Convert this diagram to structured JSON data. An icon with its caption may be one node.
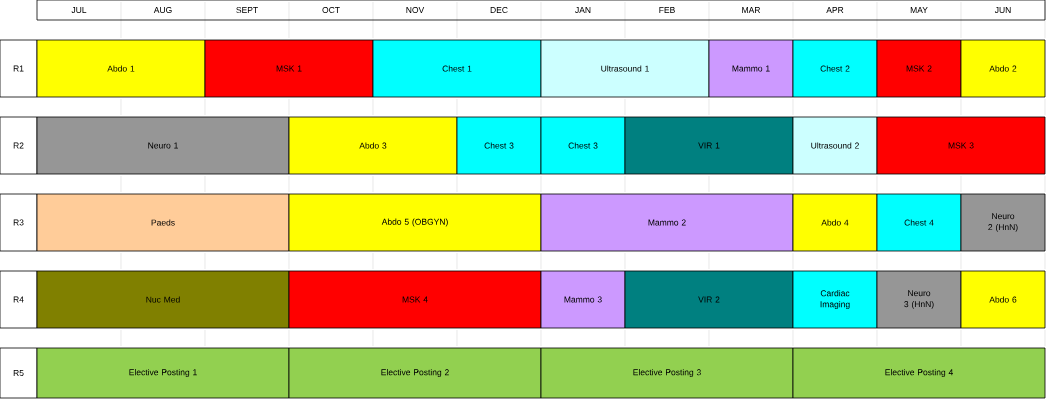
{
  "diagram": {
    "nodes": [
      {
        "text": [
          "Abdo 1"
        ]
      },
      {
        "text": [
          "MSK 1"
        ]
      },
      {
        "text": [
          "Chest 1"
        ]
      },
      {
        "text": [
          "Ultrasound 1"
        ]
      },
      {
        "text": [
          "Mammo 1"
        ]
      },
      {
        "text": [
          "Chest 2"
        ]
      },
      {
        "text": [
          "MSK 2"
        ]
      },
      {
        "text": [
          "Abdo 2"
        ]
      },
      {
        "text": [
          "Neuro 1"
        ]
      },
      {
        "text": [
          "Abdo 3"
        ]
      },
      {
        "text": [
          "Chest 3"
        ]
      },
      {
        "text": [
          "Chest 3"
        ]
      },
      {
        "text": [
          "VIR 1"
        ]
      },
      {
        "text": [
          "Ultrasound 2"
        ]
      },
      {
        "text": [
          "MSK 3"
        ]
      },
      {
        "text": [
          "Paeds"
        ]
      },
      {
        "text": [
          "Abdo 5 (OBGYN)"
        ]
      },
      {
        "text": [
          "Mammo 2"
        ]
      },
      {
        "text": [
          "Abdo 4"
        ]
      },
      {
        "text": [
          "Chest 4"
        ]
      },
      {
        "text": [
          "Neuro 2 (HnN)"
        ]
      },
      {
        "text": [
          "Nuc Med"
        ]
      },
      {
        "text": [
          "MSK 4"
        ]
      },
      {
        "text": [
          "Mammo 3"
        ]
      },
      {
        "text": [
          "VIR 2"
        ]
      },
      {
        "text": [
          "Cardiac Imaging"
        ]
      },
      {
        "text": [
          "Neuro 3 (HnN)"
        ]
      },
      {
        "text": [
          "Abdo 6"
        ]
      },
      {
        "text": [
          "Elective Posting 1"
        ]
      },
      {
        "text": [
          "Elective Posting 2"
        ]
      },
      {
        "text": [
          "Elective Posting 3"
        ]
      },
      {
        "text": [
          "Elective Posting 4"
        ]
      }
    ],
    "labels": [
      "JUL",
      "AUG",
      "SEPT",
      "OCT",
      "NOV",
      "DEC",
      "JAN",
      "FEB",
      "MAR",
      "APR",
      "MAY",
      "JUN",
      "R1",
      "R2",
      "R3",
      "R4",
      "R5"
    ]
  }
}
